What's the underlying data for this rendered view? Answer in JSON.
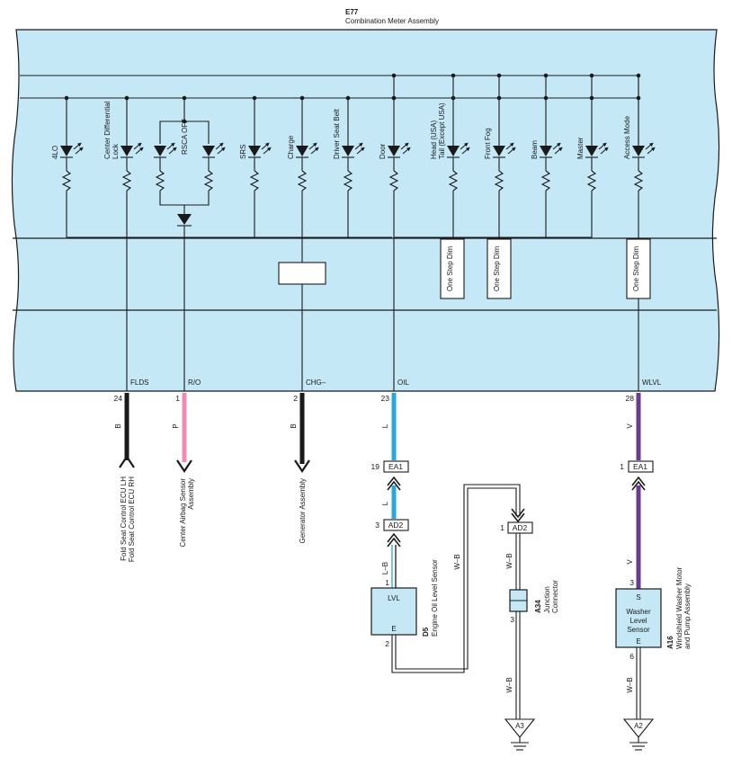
{
  "header": {
    "code": "E77",
    "name": "Combination Meter Assembly"
  },
  "meter": {
    "indicators": [
      "4LO",
      "Center Differential Lock",
      "RSCA OFF",
      "SRS",
      "Charge",
      "Driver Seat Belt",
      "Door",
      "Head (USA) Tail (Except USA)",
      "Front Fog",
      "Beam",
      "Master",
      "Access Mode"
    ],
    "dim_label": "One Step Dim",
    "terminals": [
      {
        "name": "FLDS",
        "pin": "24",
        "color": "B"
      },
      {
        "name": "R/O",
        "pin": "1",
        "color": "P"
      },
      {
        "name": "CHG–",
        "pin": "2",
        "color": "B"
      },
      {
        "name": "OIL",
        "pin": "23",
        "color": "L"
      },
      {
        "name": "WLVL",
        "pin": "28",
        "color": "V"
      }
    ]
  },
  "destinations": {
    "flds": "Fold Seat Control ECU LH Fold Seat Control ECU RH",
    "ro": "Center Airbag Sensor Assembly",
    "chg": "Generator Assembly"
  },
  "connectors": {
    "ea1": "EA1",
    "ad2": "AD2",
    "oil_ea1_pin": "19",
    "oil_ad2_pin": "3",
    "jc_ad2_pin": "1",
    "wlvl_ea1_pin": "1"
  },
  "wire_colors": {
    "oil_lower": "L–B",
    "wb": "W–B",
    "wlvl": "V",
    "oil": "L"
  },
  "components": {
    "d5": {
      "code": "D5",
      "name": "Engine Oil Level Sensor",
      "top": "LVL",
      "bottom": "E",
      "pin_top": "1",
      "pin_bottom": "2"
    },
    "a34": {
      "code": "A34",
      "name": "Junction Connector",
      "pin_bottom": "3"
    },
    "a16": {
      "code": "A16",
      "name": "Windshield Washer Motor and Pump Assembly",
      "top": "S",
      "mid": "Washer Level Sensor",
      "bottom": "E",
      "pin_top": "3",
      "pin_bottom": "6"
    }
  },
  "grounds": {
    "a3": "A3",
    "a2": "A2"
  },
  "colors": {
    "meter_fill": "#c5e8f6",
    "blue_wire": "#2aa7de",
    "pink_wire": "#ef8cb6",
    "violet_wire": "#6b3b93",
    "black_wire": "#1a1a1a"
  }
}
